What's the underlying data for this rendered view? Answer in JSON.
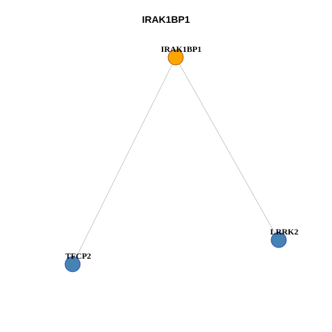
{
  "title": "IRAK1BP1",
  "colors": {
    "center_node": "#FFA500",
    "neighbor_node": "#4682B4",
    "center_border": "#8B4513",
    "neighbor_border": "#1F3FBF",
    "edge": "#BBBBBB"
  },
  "nodes": [
    {
      "id": "IRAK1BP1",
      "label": "IRAK1BP1",
      "role": "center"
    },
    {
      "id": "LRRK2",
      "label": "LRRK2",
      "role": "neighbor"
    },
    {
      "id": "TFCP2",
      "label": "TFCP2",
      "role": "neighbor"
    }
  ],
  "edges": [
    {
      "source": "IRAK1BP1",
      "target": "LRRK2"
    },
    {
      "source": "IRAK1BP1",
      "target": "TFCP2"
    }
  ]
}
